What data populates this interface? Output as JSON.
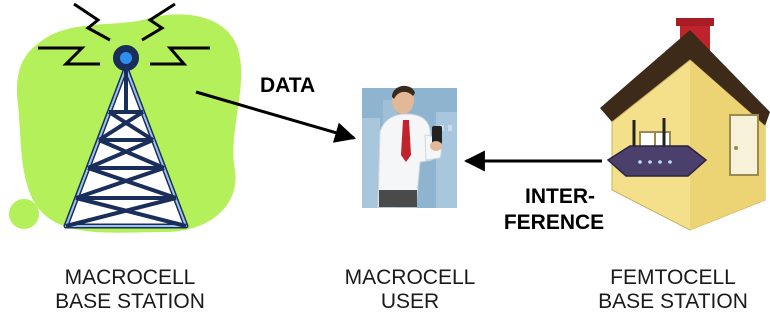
{
  "arrows": {
    "data_label": "DATA",
    "interference_line1": "INTER-",
    "interference_line2": "FERENCE"
  },
  "labels": {
    "macrocell_bs": {
      "line1": "MACROCELL",
      "line2": "BASE STATION"
    },
    "macrocell_user": {
      "line1": "MACROCELL",
      "line2": "USER"
    },
    "femtocell_bs": {
      "line1": "FEMTOCELL",
      "line2": "BASE STATION"
    }
  },
  "colors": {
    "coverage_blob": "#b4f05a",
    "tower": "#1a2e5c",
    "tower_light": "#9ec3e8",
    "beacon": "#2f8ff0",
    "user_backdrop": "#8fb4cf",
    "house_wall": "#f4e08a",
    "roof": "#3d2a18",
    "chimney": "#c0232b",
    "router": "#4b3f6b"
  },
  "icons": [
    "tower-icon",
    "signal-waves-icon",
    "user-icon",
    "house-icon",
    "router-icon"
  ]
}
